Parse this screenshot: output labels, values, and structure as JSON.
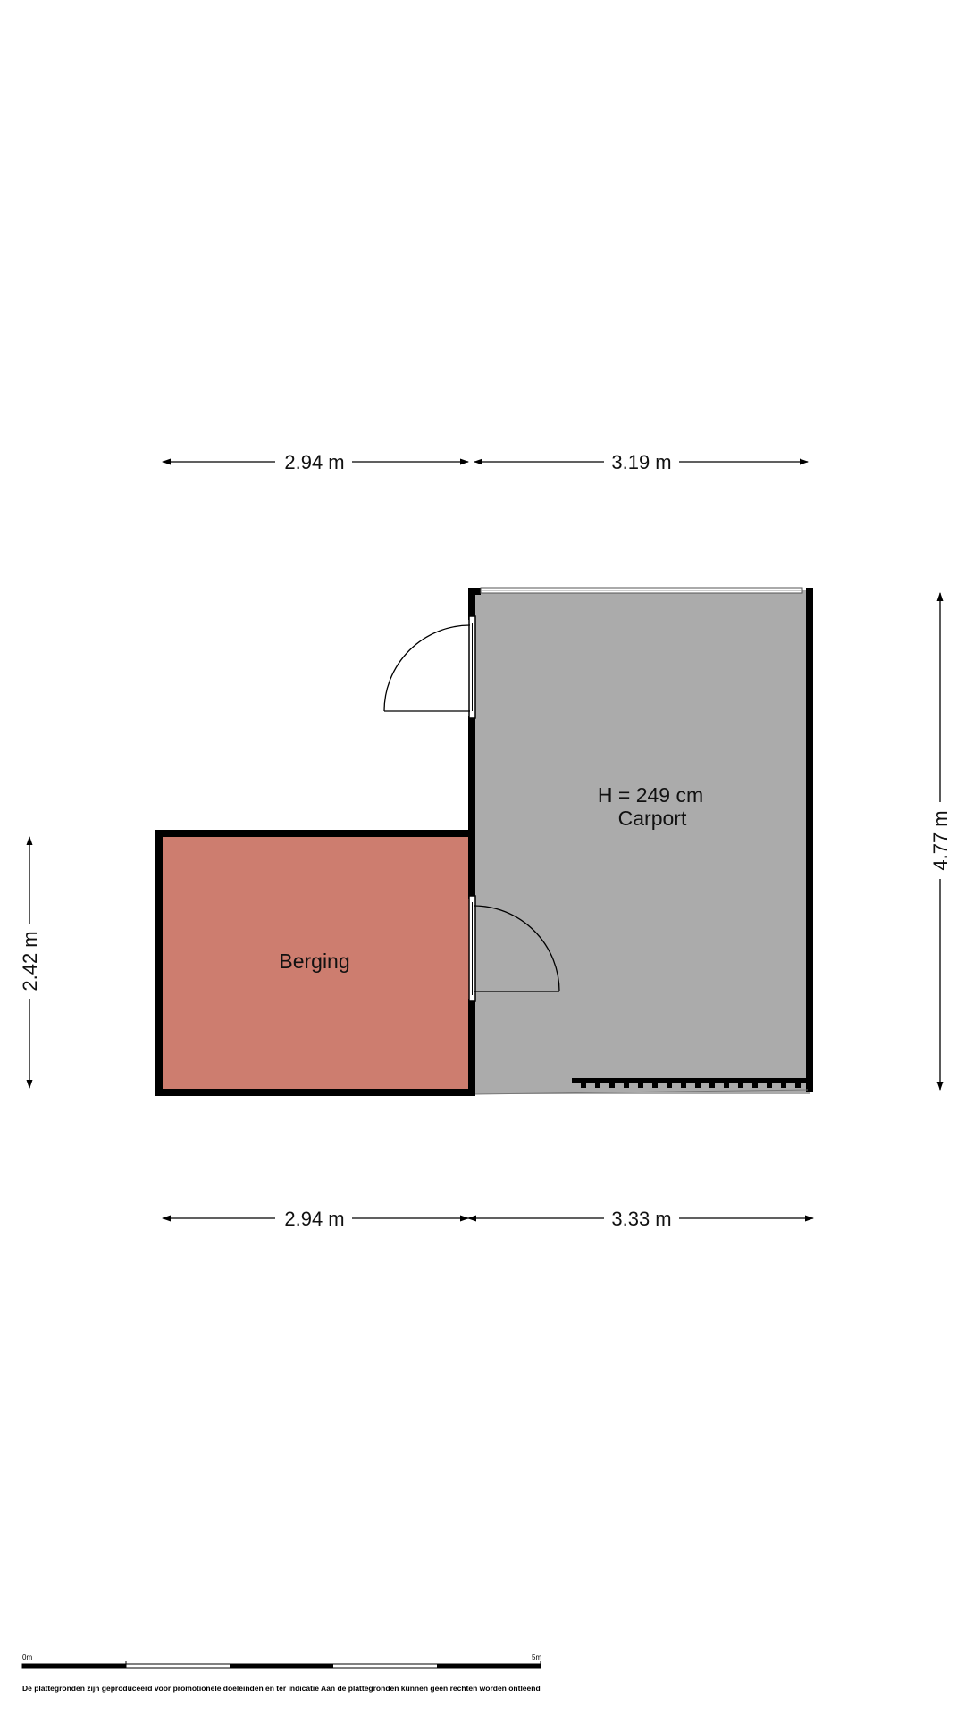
{
  "dimensions": {
    "top_left": "2.94 m",
    "top_right": "3.19 m",
    "bottom_left": "2.94 m",
    "bottom_right": "3.33 m",
    "left_vertical": "2.42 m",
    "right_vertical": "4.77 m"
  },
  "rooms": {
    "berging": {
      "label": "Berging",
      "color": "#cd7d6f"
    },
    "carport": {
      "height_label": "H = 249 cm",
      "label": "Carport",
      "color": "#ababab"
    }
  },
  "scale_bar": {
    "start_label": "0m",
    "end_label": "5m"
  },
  "disclaimer": "De plattegronden zijn geproduceerd voor promotionele doeleinden en ter indicatie Aan de plattegronden kunnen geen rechten worden ontleend"
}
